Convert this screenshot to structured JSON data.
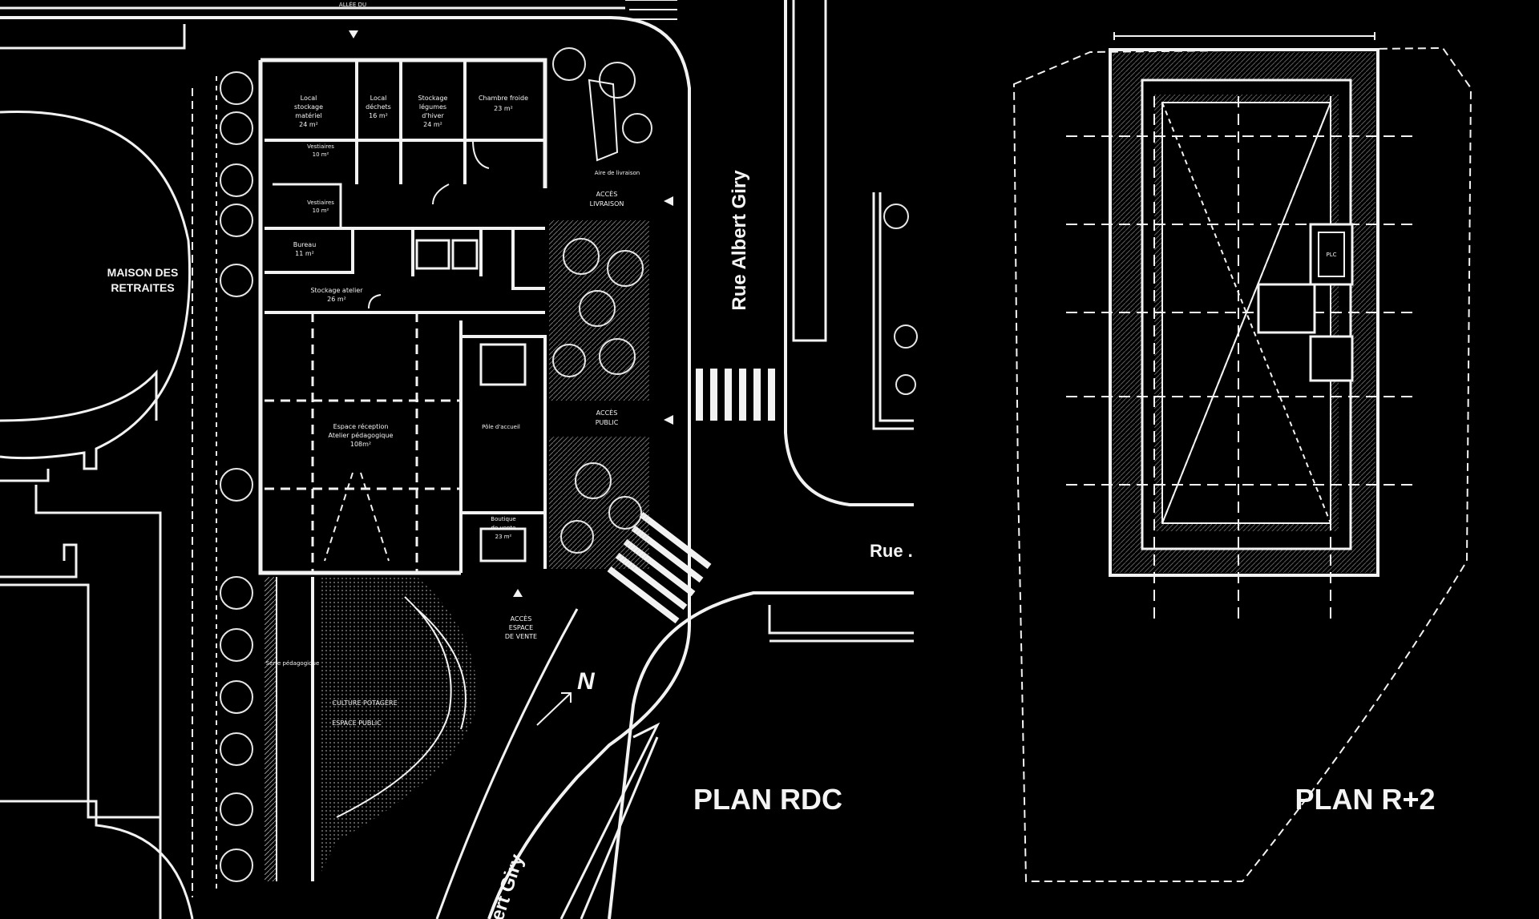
{
  "plans": {
    "rdc_title": "PLAN RDC",
    "r2_title": "PLAN R+2"
  },
  "streets": {
    "rue_albert_giry_upper": "Rue Albert Giry",
    "rue_albert_giry_lower": "ert Giry",
    "rue_cut": "Rue .",
    "top_street": "ALLÉE DU"
  },
  "north": "N",
  "rooms": {
    "maison_des_retraites_1": "MAISON DES",
    "maison_des_retraites_2": "RETRAITES",
    "local_stockage_1": "Local",
    "local_stockage_2": "stockage",
    "local_stockage_3": "matériel",
    "local_stockage_4": "24 m²",
    "local_dechets_1": "Local",
    "local_dechets_2": "déchets",
    "local_dechets_3": "16 m²",
    "stockage_hiver_1": "Stockage",
    "stockage_hiver_2": "légumes",
    "stockage_hiver_3": "d'hiver",
    "stockage_hiver_4": "24 m²",
    "chambre_froide_1": "Chambre froide",
    "chambre_froide_2": "23 m²",
    "vestiaires_1": "Vestiaires",
    "vestiaires_2": "10 m²",
    "vestiaires_b_1": "Vestiaires",
    "vestiaires_b_2": "10 m²",
    "bureau_1": "Bureau",
    "bureau_2": "11 m²",
    "stockage_atelier_1": "Stockage atelier",
    "stockage_atelier_2": "26 m²",
    "espace_accueil_1": "Espace réception",
    "espace_accueil_2": "Atelier pédagogique",
    "espace_accueil_3": "108m²",
    "aire_livraison": "Aire de livraison",
    "point_accueil": "Pôle d'accueil",
    "boutique_1": "Boutique",
    "boutique_2": "de vente",
    "boutique_3": "23 m²",
    "serre": "Serre pédagogique",
    "culture_potagere": "CULTURE POTAGÈRE",
    "espace_public": "ESPACE PUBLIC",
    "plc": "PLC"
  },
  "access": {
    "livraison_1": "ACCÈS",
    "livraison_2": "LIVRAISON",
    "public_1": "ACCÈS",
    "public_2": "PUBLIC",
    "vente_1": "ACCÈS",
    "vente_2": "ESPACE",
    "vente_3": "DE VENTE"
  }
}
